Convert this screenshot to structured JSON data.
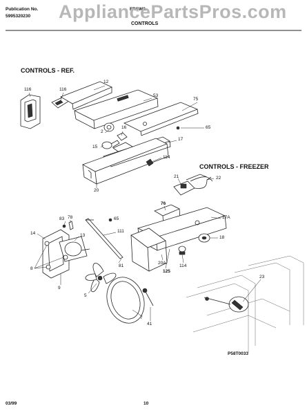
{
  "header": {
    "pub_label": "Publication No.",
    "pub_number": "5995320230",
    "model_partial": "FRSW2...",
    "section_title": "CONTROLS",
    "watermark": "AppliancePartsPros.com"
  },
  "sections": {
    "ref_title": "CONTROLS  -  REF.",
    "freezer_title": "CONTROLS  -  FREEZER"
  },
  "callouts": {
    "c116a": "116",
    "c116b": "116",
    "c12": "12",
    "c53": "53",
    "c75": "75",
    "c2": "2",
    "c16": "16",
    "c65a": "65",
    "c15": "15",
    "c17": "17",
    "c114a": "114",
    "c20": "20",
    "c21": "21",
    "c22": "22",
    "c83": "83",
    "c78": "78",
    "c76": "76",
    "c65b": "65",
    "c14": "14",
    "c13": "13",
    "c111": "111",
    "c17a": "17A",
    "c18": "18",
    "c8": "8",
    "c81": "81",
    "c20a": "20A",
    "c125": "125",
    "c114b": "114",
    "c9": "9",
    "c5": "5",
    "c23": "23",
    "c7": "7",
    "c41": "41"
  },
  "footer": {
    "diagram_code": "P58T0033",
    "date": "03/99",
    "page": "10"
  }
}
